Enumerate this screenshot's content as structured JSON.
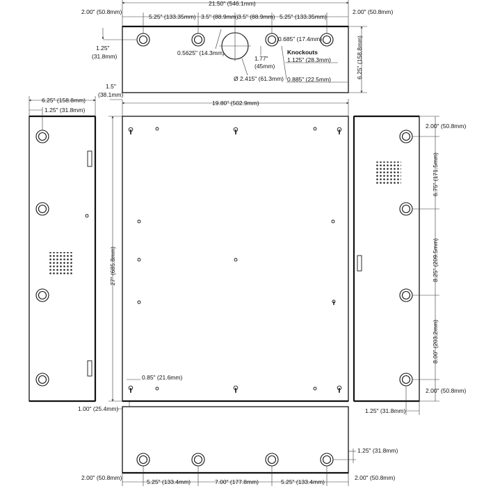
{
  "top_panel": {
    "overall_width": "21.50\" (546.1mm)",
    "edge_left": "2.00\" (50.8mm)",
    "edge_right": "2.00\" (50.8mm)",
    "spacing_1": "5.25\" (133.35mm)",
    "spacing_2": "3.5\" (88.9mm)",
    "spacing_3": "3.5\" (88.9mm)",
    "spacing_4": "5.25\" (133.35mm)",
    "height_label": "6.25\" (158.8mm)",
    "ko_offset_top": "1.25\"",
    "ko_offset_top_mm": "(31.8mm)",
    "small_hole_label": "0.5625\" (14.3mm)",
    "large_hole_offset": "1.77\"",
    "large_hole_offset_mm": "(45mm)",
    "large_hole_dia": "2.415\" (61.3mm)",
    "ko_dia": "0.685\" (17.4mm)",
    "knockouts_title": "Knockouts",
    "knockout_size_1": "1.125\" (28.3mm)",
    "knockout_size_2": "0.885\" (22.5mm)"
  },
  "left_panel": {
    "depth_label": "6.25\" (158.8mm)",
    "ko_offset": "1.25\" (31.8mm)",
    "flange_label": "1.5\"",
    "flange_label_mm": "(38.1mm)",
    "bottom_offset": "1.00\" (25.4mm)"
  },
  "back_panel": {
    "width_label": "19.80\" (502.9mm)",
    "height_label": "27\" (685.8mm)",
    "keyhole_label": "0.85\" (21.6mm)"
  },
  "right_panel": {
    "top_offset": "2.00\" (50.8mm)",
    "spacing_1": "6.75\" (171.5mm)",
    "spacing_2": "8.25\" (209.5mm)",
    "spacing_3": "8.00\" (203.2mm)",
    "bottom_offset": "2.00\" (50.8mm)",
    "ko_offset": "1.25\" (31.8mm)"
  },
  "bottom_panel": {
    "edge_left": "2.00\" (50.8mm)",
    "edge_right": "2.00\" (50.8mm)",
    "spacing_1": "5.25\" (133.4mm)",
    "spacing_2": "7.00\" (177.8mm)",
    "spacing_3": "5.25\" (133.4mm)",
    "ko_offset": "1.25\" (31.8mm)"
  }
}
